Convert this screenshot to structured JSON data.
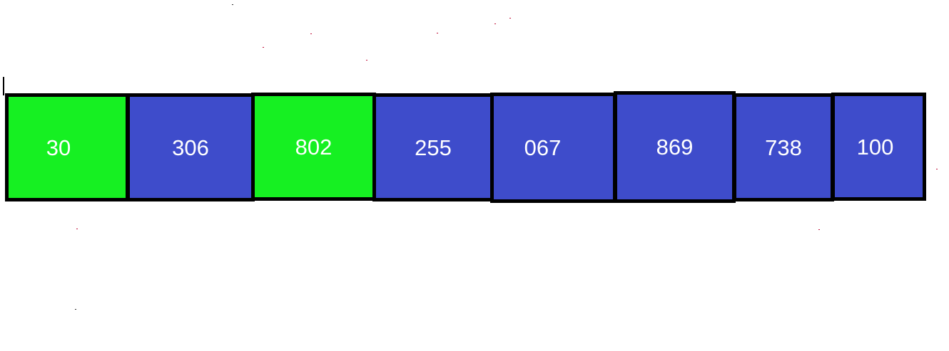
{
  "colors": {
    "highlight": "#16f022",
    "default": "#3e4ccb",
    "border": "#000000",
    "text": "#ffffff"
  },
  "cells": [
    {
      "label": "30",
      "state": "highlight"
    },
    {
      "label": "306",
      "state": "default"
    },
    {
      "label": "802",
      "state": "highlight"
    },
    {
      "label": "255",
      "state": "default"
    },
    {
      "label": "067",
      "state": "default"
    },
    {
      "label": "869",
      "state": "default"
    },
    {
      "label": "738",
      "state": "default"
    },
    {
      "label": "100",
      "state": "default"
    }
  ]
}
